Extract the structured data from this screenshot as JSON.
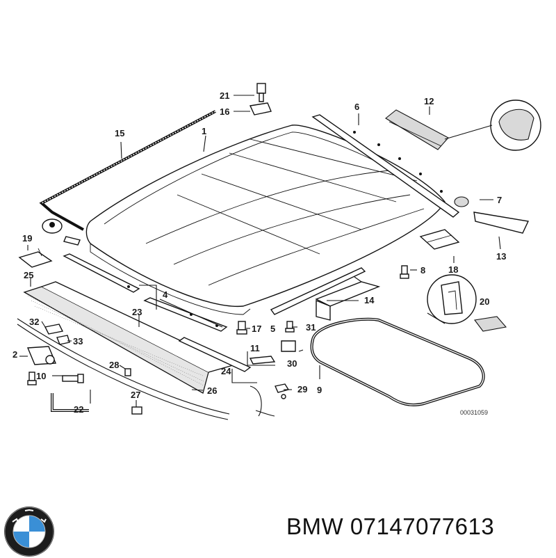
{
  "diagram": {
    "code": "00031059",
    "callouts": [
      "1",
      "2",
      "4",
      "6",
      "7",
      "8",
      "9",
      "10",
      "11",
      "12",
      "13",
      "14",
      "15",
      "16",
      "17",
      "18",
      "19",
      "20",
      "21",
      "22",
      "23",
      "24",
      "25",
      "26",
      "27",
      "28",
      "29",
      "30",
      "31",
      "32",
      "33",
      "5"
    ]
  },
  "footer": {
    "title": "BMW 07147077613"
  },
  "icons": {
    "logo": "bmw-roundel-logo"
  }
}
